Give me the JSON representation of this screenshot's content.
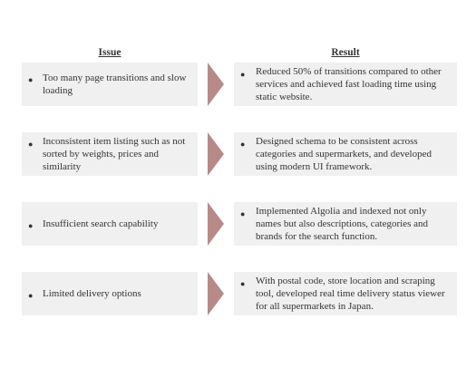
{
  "headers": {
    "issue": "Issue",
    "result": "Result"
  },
  "colors": {
    "arrow": "#b88a87",
    "box": "#f0f0f0",
    "text": "#333333"
  },
  "rows": [
    {
      "issue": "Too many page transitions and slow loading",
      "result": "Reduced 50% of transitions compared to other services and achieved fast loading time using static website."
    },
    {
      "issue": "Inconsistent item listing such as not sorted by weights, prices and similarity",
      "result": "Designed schema to be consistent across categories and supermarkets, and developed using modern UI framework."
    },
    {
      "issue": "Insufficient search capability",
      "result": "Implemented Algolia and indexed not only names but also descriptions, categories and brands for the search function."
    },
    {
      "issue": "Limited delivery options",
      "result": "With postal code, store location and scraping tool, developed real time delivery status viewer for all supermarkets in Japan."
    }
  ]
}
